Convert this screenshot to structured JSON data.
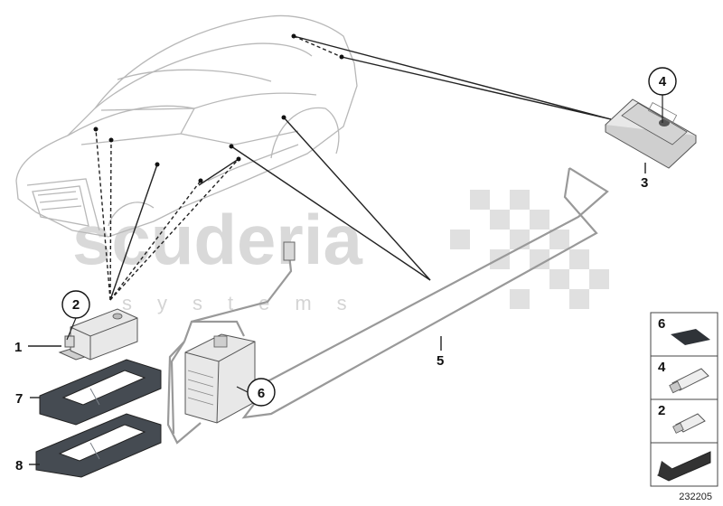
{
  "watermark": {
    "brand": "scuderia",
    "subline": "systems"
  },
  "callouts": {
    "c1": "1",
    "c2": "2",
    "c3": "3",
    "c4": "4",
    "c5": "5",
    "c6": "6",
    "c7": "7",
    "c8": "8"
  },
  "legend": {
    "items": [
      {
        "number": "6",
        "icon": "adhesive-pad-icon"
      },
      {
        "number": "4",
        "icon": "festoon-bulb-icon"
      },
      {
        "number": "2",
        "icon": "festoon-bulb-small-icon"
      }
    ],
    "nav_icon": "arrow-left-icon"
  },
  "diagram_number": "232205",
  "colors": {
    "line": "#222222",
    "part_fill": "#e8e8e8",
    "car_line": "#b8b8b8",
    "seal_fill": "#454b52"
  }
}
